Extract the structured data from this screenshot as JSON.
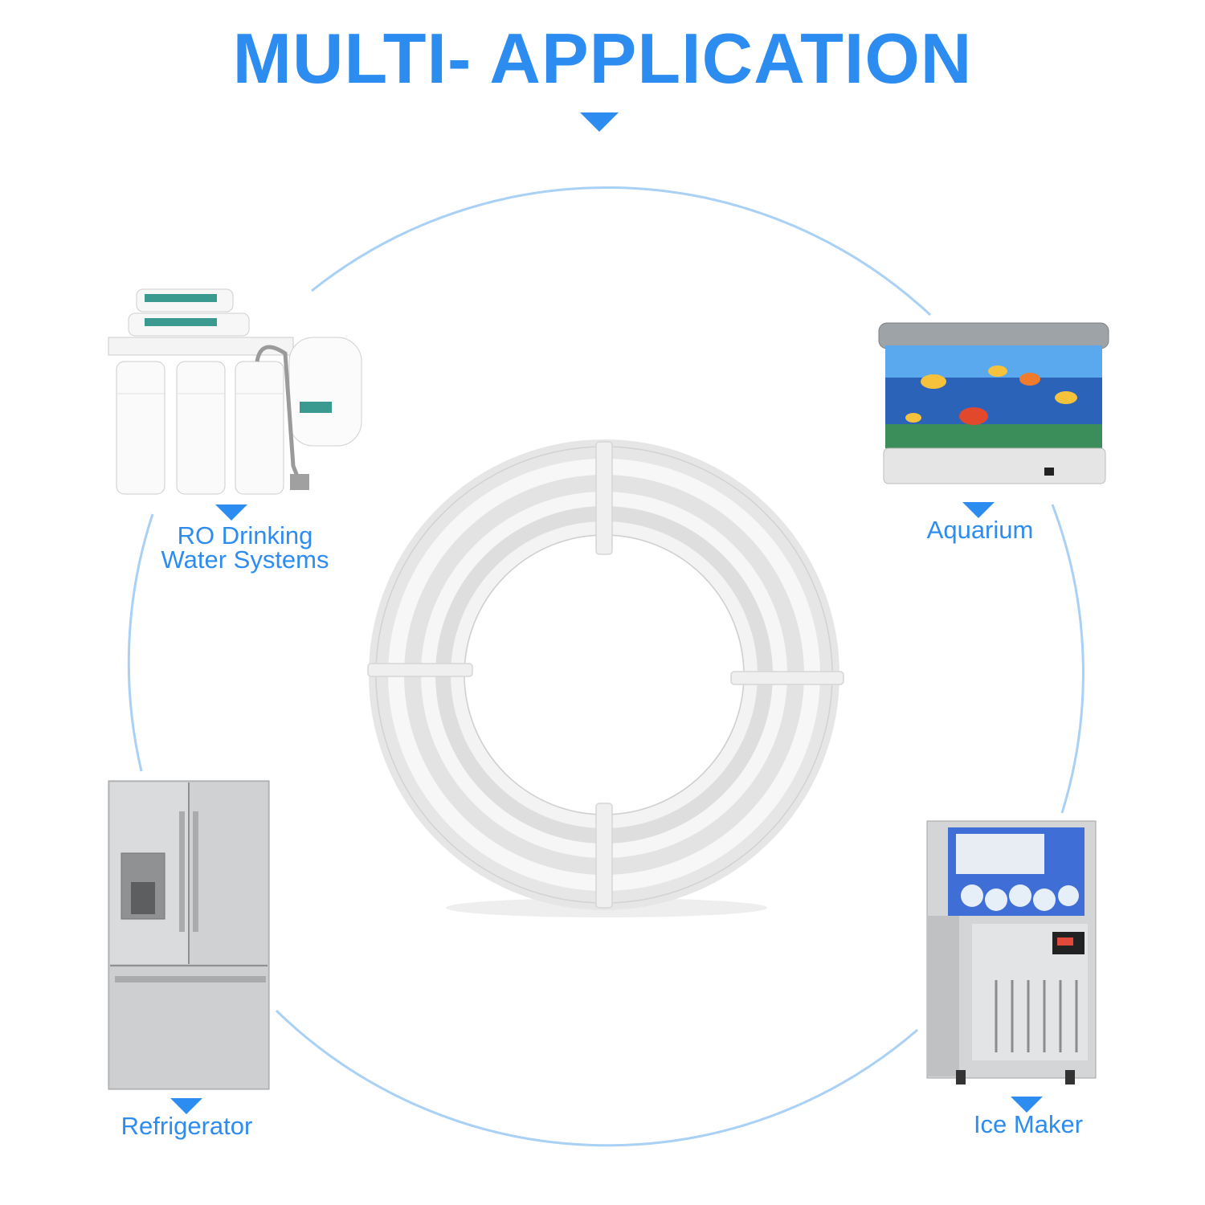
{
  "header": {
    "title": "MULTI- APPLICATION"
  },
  "colors": {
    "accent": "#2d8cf0",
    "ring": "#a9d0f5"
  },
  "applications": [
    {
      "label_line1": "RO Drinking",
      "label_line2": "Water Systems"
    },
    {
      "label": "Aquarium"
    },
    {
      "label": "Refrigerator"
    },
    {
      "label": "Ice Maker"
    }
  ],
  "product": {
    "name": "tubing-coil"
  }
}
